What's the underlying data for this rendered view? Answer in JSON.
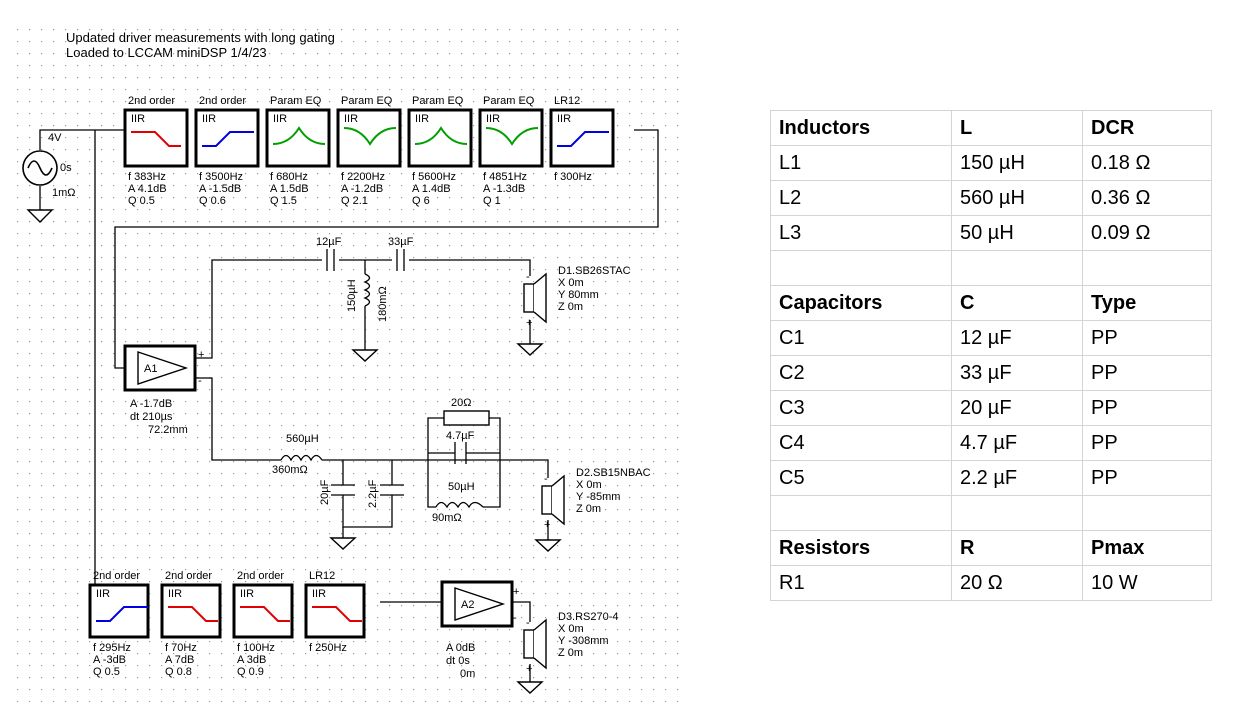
{
  "title_lines": [
    "Updated driver measurements with long gating",
    "Loaded to LCCAM miniDSP 1/4/23"
  ],
  "source": {
    "voltage": "4V",
    "phase": "0s",
    "impedance": "1mΩ"
  },
  "top_chain": [
    {
      "type": "2nd order",
      "tag": "IIR",
      "shape": "lowpass",
      "color": "#e00000",
      "params": [
        "f 383Hz",
        "A 4.1dB",
        "Q 0.5"
      ]
    },
    {
      "type": "2nd order",
      "tag": "IIR",
      "shape": "highpass",
      "color": "#0000e0",
      "params": [
        "f 3500Hz",
        "A -1.5dB",
        "Q 0.6"
      ]
    },
    {
      "type": "Param EQ",
      "tag": "IIR",
      "shape": "peak",
      "color": "#00a000",
      "params": [
        "f 680Hz",
        "A 1.5dB",
        "Q 1.5"
      ]
    },
    {
      "type": "Param EQ",
      "tag": "IIR",
      "shape": "dip",
      "color": "#00a000",
      "params": [
        "f 2200Hz",
        "A -1.2dB",
        "Q 2.1"
      ]
    },
    {
      "type": "Param EQ",
      "tag": "IIR",
      "shape": "peak",
      "color": "#00a000",
      "params": [
        "f 5600Hz",
        "A 1.4dB",
        "Q 6"
      ]
    },
    {
      "type": "Param EQ",
      "tag": "IIR",
      "shape": "dip",
      "color": "#00a000",
      "params": [
        "f 4851Hz",
        "A -1.3dB",
        "Q 1"
      ]
    },
    {
      "type": "LR12",
      "tag": "IIR",
      "shape": "highpass",
      "color": "#0000e0",
      "params": [
        "f 300Hz"
      ]
    }
  ],
  "bottom_chain": [
    {
      "type": "2nd order",
      "tag": "IIR",
      "shape": "highpass",
      "color": "#0000e0",
      "params": [
        "f 295Hz",
        "A -3dB",
        "Q 0.5"
      ]
    },
    {
      "type": "2nd order",
      "tag": "IIR",
      "shape": "lowpass",
      "color": "#e00000",
      "params": [
        "f 70Hz",
        "A 7dB",
        "Q 0.8"
      ]
    },
    {
      "type": "2nd order",
      "tag": "IIR",
      "shape": "lowpass",
      "color": "#e00000",
      "params": [
        "f 100Hz",
        "A 3dB",
        "Q 0.9"
      ]
    },
    {
      "type": "LR12",
      "tag": "IIR",
      "shape": "lowpass",
      "color": "#e00000",
      "params": [
        "f 250Hz"
      ]
    }
  ],
  "amp1": {
    "name": "A1",
    "params": [
      "A -1.7dB",
      "dt 210µs",
      "72.2mm"
    ]
  },
  "amp2": {
    "name": "A2",
    "params": [
      "A 0dB",
      "dt 0s",
      "0m"
    ]
  },
  "components": {
    "c1": "12µF",
    "c2": "33µF",
    "l1": "150µH",
    "l1_dcr": "180mΩ",
    "l2": "560µH",
    "l2_dcr": "360mΩ",
    "r1": "20Ω",
    "c4": "4.7µF",
    "c3": "20µF",
    "c5": "2.2µF",
    "l3": "50µH",
    "l3_dcr": "90mΩ"
  },
  "drivers": [
    {
      "name": "D1.SB26STAC",
      "color": "#e00000",
      "pos": [
        "X 0m",
        "Y 80mm",
        "Z 0m"
      ]
    },
    {
      "name": "D2.SB15NBAC",
      "color": "#000000",
      "pos": [
        "X 0m",
        "Y -85mm",
        "Z 0m"
      ]
    },
    {
      "name": "D3.RS270-4",
      "color": "#0000e0",
      "pos": [
        "X 0m",
        "Y -308mm",
        "Z 0m"
      ]
    }
  ],
  "bom": [
    [
      "Inductors",
      "L",
      "DCR"
    ],
    [
      "L1",
      "150 µH",
      "0.18 Ω"
    ],
    [
      "L2",
      "560 µH",
      "0.36 Ω"
    ],
    [
      "L3",
      "50 µH",
      "0.09 Ω"
    ],
    [
      "",
      "",
      ""
    ],
    [
      "Capacitors",
      "C",
      "Type"
    ],
    [
      "C1",
      "12 µF",
      "PP"
    ],
    [
      "C2",
      "33 µF",
      "PP"
    ],
    [
      "C3",
      "20 µF",
      "PP"
    ],
    [
      "C4",
      "4.7 µF",
      "PP"
    ],
    [
      "C5",
      "2.2 µF",
      "PP"
    ],
    [
      "",
      "",
      ""
    ],
    [
      "Resistors",
      "R",
      "Pmax"
    ],
    [
      "R1",
      "20 Ω",
      "10 W"
    ]
  ]
}
